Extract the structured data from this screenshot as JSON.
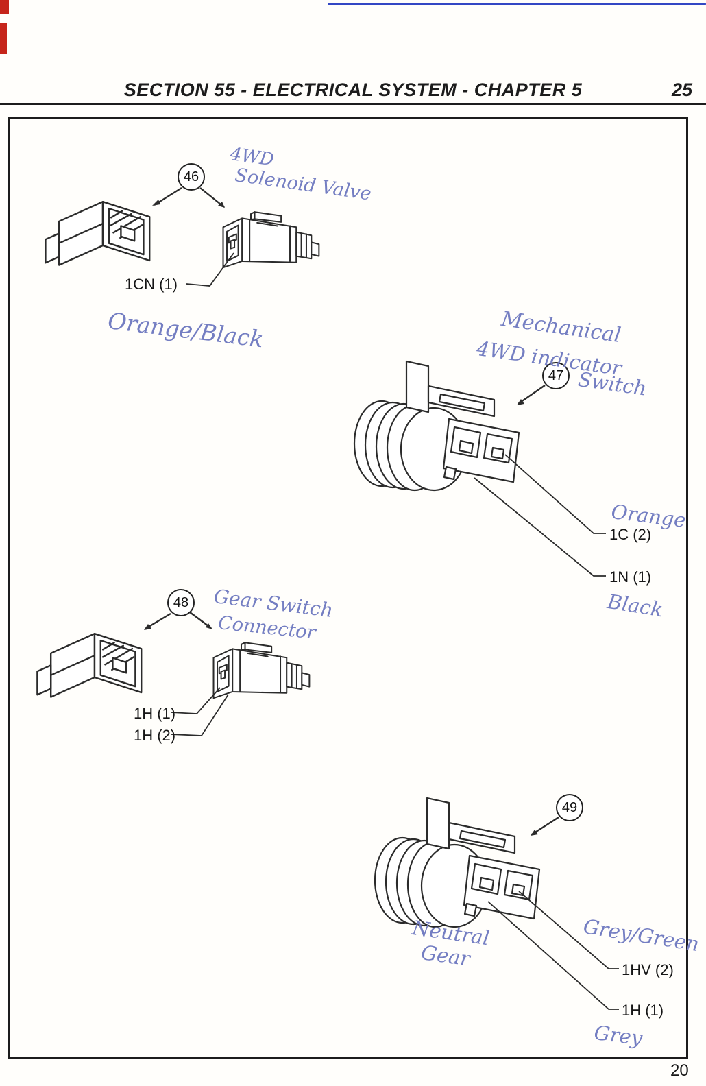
{
  "page": {
    "header_title": "SECTION 55 - ELECTRICAL SYSTEM - CHAPTER 5",
    "page_number_top": "25",
    "page_number_bottom": "20"
  },
  "colors": {
    "handwriting_ink": "#747ec2",
    "scan_line_blue": "#3247c4",
    "scan_mark_red": "#c6251b",
    "print_black": "#1c1c1c"
  },
  "figure46": {
    "callout": "46",
    "note_line1": "4WD",
    "note_line2": "Solenoid Valve",
    "label_1cn": "1CN (1)",
    "note_color": "Orange/Black"
  },
  "figure47": {
    "callout": "47",
    "note_line1": "Mechanical",
    "note_line2": "4WD indicator",
    "note_line3": "Switch",
    "note_orange": "Orange",
    "note_black": "Black",
    "label_1c": "1C (2)",
    "label_1n": "1N (1)"
  },
  "figure48": {
    "callout": "48",
    "note_line1": "Gear Switch",
    "note_line2": "Connector",
    "label_1h1": "1H (1)",
    "label_1h2": "1H (2)"
  },
  "figure49": {
    "callout": "49",
    "note_line1": "Neutral",
    "note_line2": "Gear",
    "note_grey_green": "Grey/Green",
    "note_grey": "Grey",
    "label_1hv": "1HV (2)",
    "label_1h": "1H (1)"
  }
}
